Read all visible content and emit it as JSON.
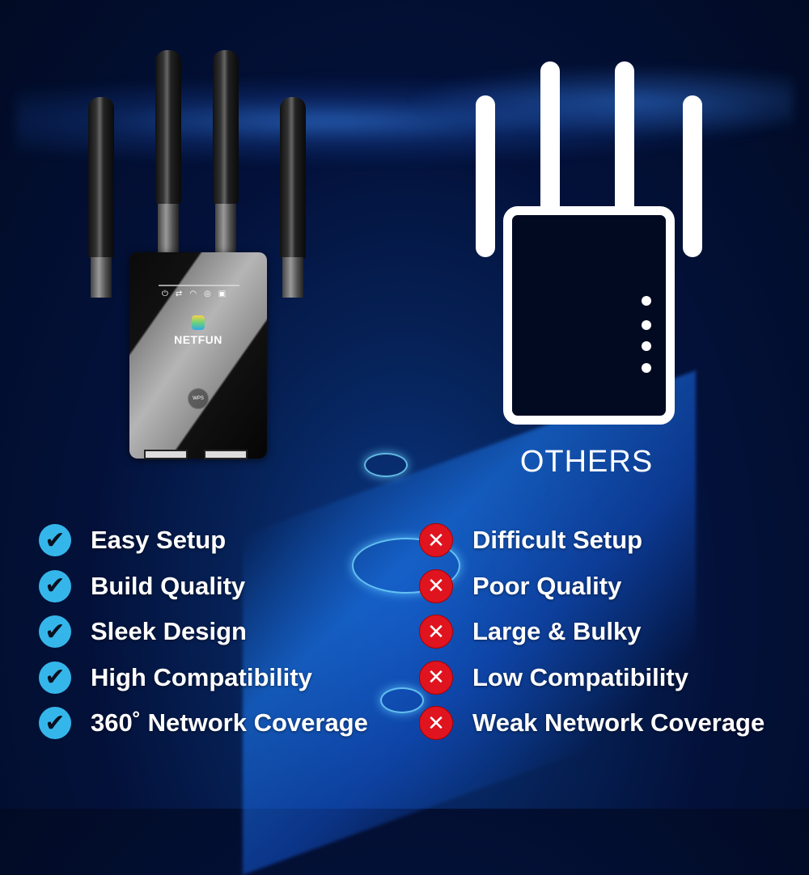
{
  "product": {
    "brand": "NETFUN",
    "wps_label": "WPS",
    "led_icons": [
      "power-icon",
      "sync-icon",
      "wifi-icon",
      "repeater-icon",
      "ethernet-icon"
    ]
  },
  "competitor": {
    "label": "OTHERS"
  },
  "pros": [
    {
      "icon": "check-icon",
      "text": "Easy Setup"
    },
    {
      "icon": "check-icon",
      "text": "Build Quality"
    },
    {
      "icon": "check-icon",
      "text": "Sleek Design"
    },
    {
      "icon": "check-icon",
      "text": "High Compatibility"
    },
    {
      "icon": "check-icon",
      "text": "360˚ Network Coverage"
    }
  ],
  "cons": [
    {
      "icon": "x-icon",
      "text": "Difficult Setup"
    },
    {
      "icon": "x-icon",
      "text": "Poor Quality"
    },
    {
      "icon": "x-icon",
      "text": "Large & Bulky"
    },
    {
      "icon": "x-icon",
      "text": "Low Compatibility"
    },
    {
      "icon": "x-icon",
      "text": "Weak Network Coverage"
    }
  ],
  "colors": {
    "check_badge": "#35b6ea",
    "x_badge": "#e0141e",
    "background": "#03113a"
  }
}
